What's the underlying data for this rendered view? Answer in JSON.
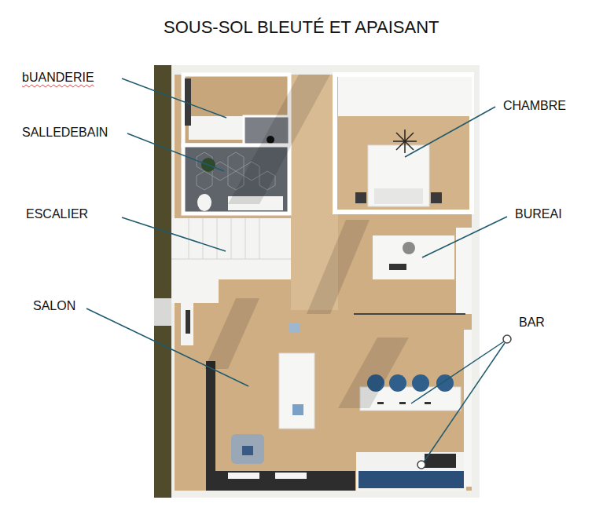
{
  "diagram": {
    "title": "SOUS-SOL BLEUTÉ ET APAISANT",
    "labels": [
      "bUANDERIE",
      "SALLEDEBAIN",
      "ESCALIER",
      "SALON",
      "CHAMBRE",
      "BUREAI",
      "BAR"
    ]
  }
}
